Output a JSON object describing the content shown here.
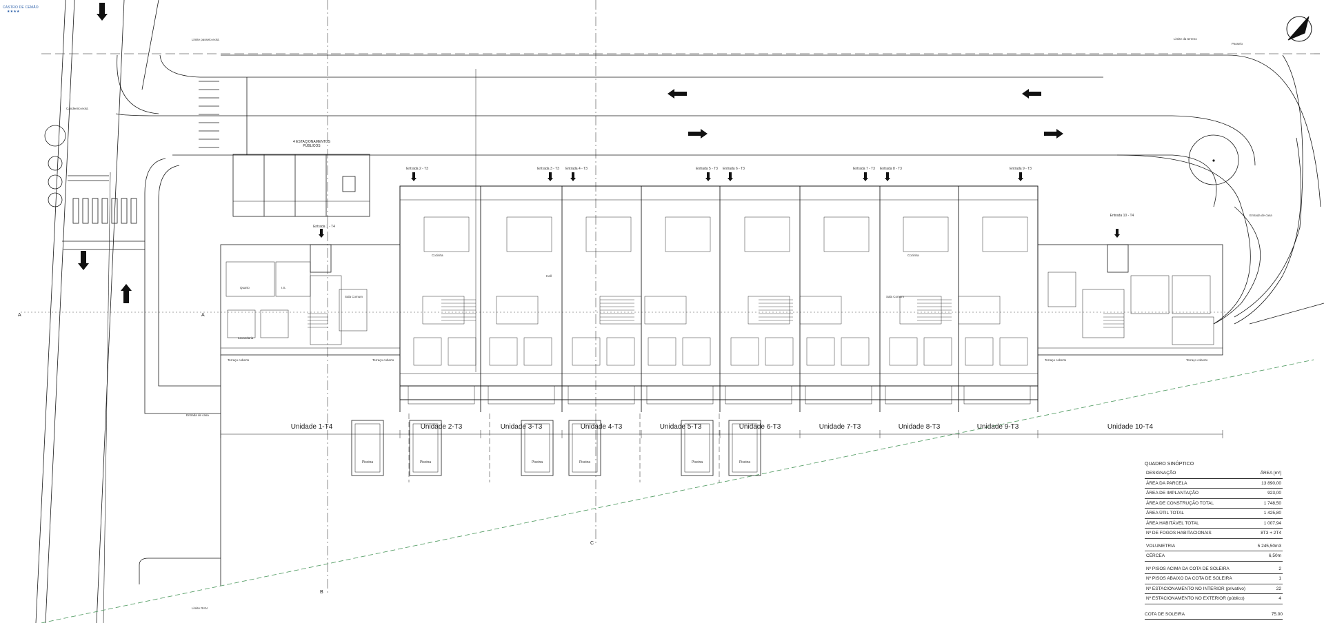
{
  "logo_text": "CASTRO DE CEMÃO",
  "logo_stars": "★★★★",
  "street_labels": {
    "top_left": "Limite passeio exist.",
    "top_mid": "Limite da terreno",
    "top_right": "Passeio",
    "ped": "Candeeiro exist.",
    "entrada_casa_left": "Entrada de casa",
    "entrada_casa_right": "Entrada de casa",
    "limite": "Limite RAN",
    "parking_title": "4 ESTACIONAMENTOS PÚBLICOS"
  },
  "section_marks": {
    "a_left": "A",
    "a_right": "A",
    "b": "B",
    "c": "C"
  },
  "entrances": [
    "Entrada 1 - T4",
    "Entrada 2 - T3",
    "Entrada 3 - T3",
    "Entrada 4 - T3",
    "Entrada 5 - T3",
    "Entrada 6 - T3",
    "Entrada 7 - T3",
    "Entrada 8 - T3",
    "Entrada 9 - T3",
    "Entrada 10 - T4"
  ],
  "units": [
    "Unidade 1-T4",
    "Unidade 2-T3",
    "Unidade 3-T3",
    "Unidade 4-T3",
    "Unidade 5-T3",
    "Unidade 6-T3",
    "Unidade 7-T3",
    "Unidade 8-T3",
    "Unidade 9-T3",
    "Unidade 10-T4"
  ],
  "pool_label": "Piscina",
  "room_labels": [
    "Sala Comum",
    "Cozinha",
    "Hall",
    "I.S.",
    "Quarto",
    "Terraço coberto",
    "Lavandaria"
  ],
  "summary": {
    "title": "QUADRO SINÓPTICO",
    "header": {
      "k": "DESIGNAÇÃO",
      "v": "ÁREA [m²]"
    },
    "rows": [
      {
        "k": "ÁREA DA PARCELA",
        "v": "13 890,00"
      },
      {
        "k": "ÁREA DE IMPLANTAÇÃO",
        "v": "923,00"
      },
      {
        "k": "ÁREA DE CONSTRUÇÃO TOTAL",
        "v": "1 748,50"
      },
      {
        "k": "ÁREA ÚTIL TOTAL",
        "v": "1 425,80"
      },
      {
        "k": "ÁREA HABITÁVEL TOTAL",
        "v": "1 007,94"
      },
      {
        "k": "Nº DE FOGOS HABITACIONAIS",
        "v": "8T3 + 2T4"
      },
      {
        "k": "VOLUMETRIA",
        "v": "5 245,50m3"
      },
      {
        "k": "CÉRCEA",
        "v": "6,50m"
      },
      {
        "k": "Nº PISOS ACIMA DA COTA DE SOLEIRA",
        "v": "2"
      },
      {
        "k": "Nº PISOS ABAIXO DA COTA DE SOLEIRA",
        "v": "1"
      },
      {
        "k": "Nº ESTACIONAMENTO NO INTERIOR (privativo)",
        "v": "22"
      },
      {
        "k": "Nº ESTACIONAMENTO NO EXTERIOR (público)",
        "v": "4"
      }
    ],
    "final": {
      "k": "COTA DE SOLEIRA",
      "v": "75.00"
    }
  },
  "colors": {
    "line": "#1a1a1a",
    "ran_line": "#5aa06a",
    "logo": "#2a5ea8"
  }
}
